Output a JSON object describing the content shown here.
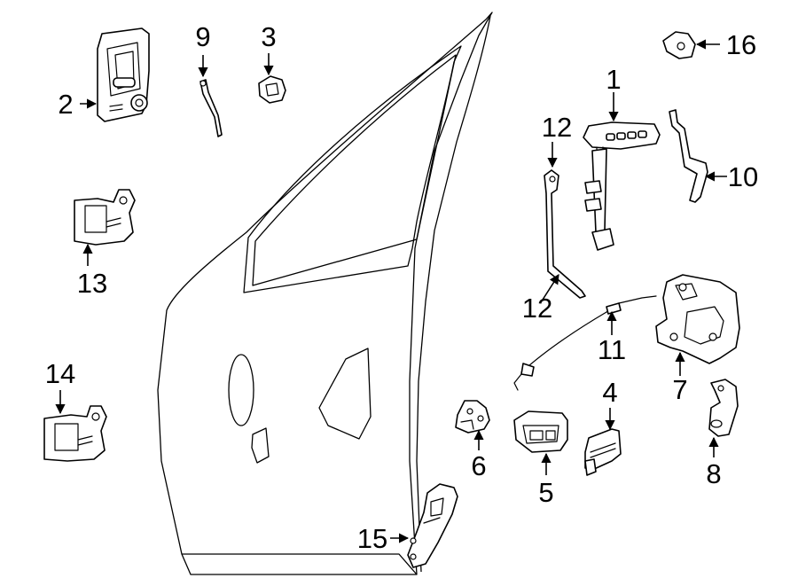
{
  "callouts": {
    "c1": "1",
    "c2": "2",
    "c3": "3",
    "c4": "4",
    "c5": "5",
    "c6": "6",
    "c7": "7",
    "c8": "8",
    "c9": "9",
    "c10": "10",
    "c11": "11",
    "c12_top": "12",
    "c12_bottom": "12",
    "c13": "13",
    "c14": "14",
    "c15": "15",
    "c16": "16"
  }
}
